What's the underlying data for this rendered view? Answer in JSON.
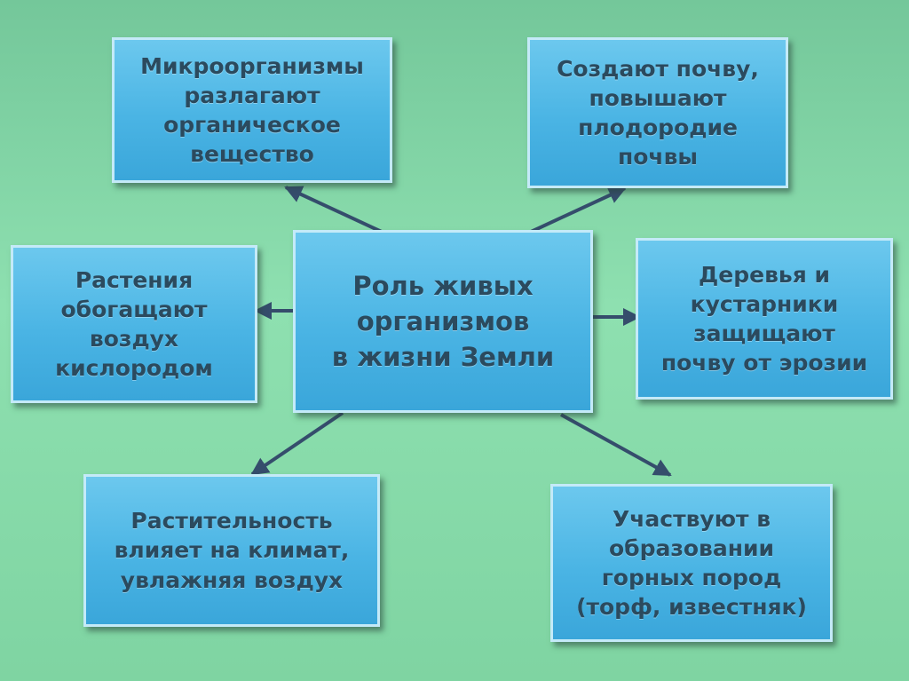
{
  "diagram": {
    "center": "Роль живых\nорганизмов\nв жизни Земли",
    "top_left": "Микроорганизмы\nразлагают\nорганическое\nвещество",
    "top_right": "Создают почву,\nповышают\nплодородие\nпочвы",
    "middle_left": "Растения\nобогащают\nвоздух\nкислородом",
    "middle_right": "Деревья и\nкустарники\nзащищают\nпочву от эрозии",
    "bottom_left": "Растительность\nвлияет на климат,\nувлажняя воздух",
    "bottom_right": "Участвуют в\nобразовании\nгорных пород\n(торф, известняк)"
  },
  "colors": {
    "background": "#86d9a8",
    "box_fill": "#4ab4e4",
    "box_border": "#c4eaf8",
    "text": "#2b4a5e",
    "arrow": "#354d6c"
  }
}
